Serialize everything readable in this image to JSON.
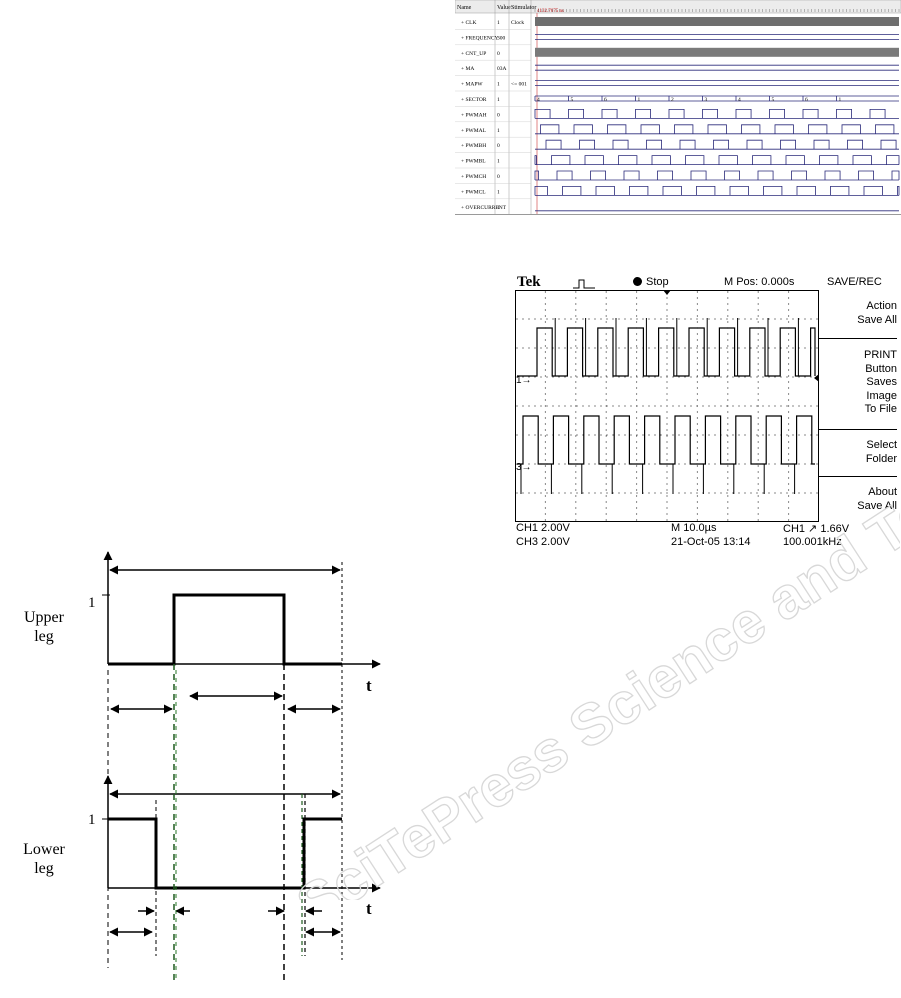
{
  "simulator": {
    "header": {
      "name": "Name",
      "value": "Value",
      "stimulator": "Stimulator",
      "cursor": "4132.7675 ns"
    },
    "signals": [
      {
        "name": "CLK",
        "value": "1",
        "stim": "Clock"
      },
      {
        "name": "FREQUENCY",
        "value": "300",
        "stim": ""
      },
      {
        "name": "CNT_UP",
        "value": "0",
        "stim": ""
      },
      {
        "name": "MA",
        "value": "03A",
        "stim": ""
      },
      {
        "name": "MAPW",
        "value": "1",
        "stim": "<= 001"
      },
      {
        "name": "SECTOR",
        "value": "1",
        "stim": ""
      },
      {
        "name": "PWMAH",
        "value": "0",
        "stim": ""
      },
      {
        "name": "PWMAL",
        "value": "1",
        "stim": ""
      },
      {
        "name": "PWMBH",
        "value": "0",
        "stim": ""
      },
      {
        "name": "PWMBL",
        "value": "1",
        "stim": ""
      },
      {
        "name": "PWMCH",
        "value": "0",
        "stim": ""
      },
      {
        "name": "PWMCL",
        "value": "1",
        "stim": ""
      },
      {
        "name": "OVERCURRENT",
        "value": "1",
        "stim": ""
      }
    ],
    "sector_values": [
      "4",
      "5",
      "6",
      "1",
      "2",
      "3",
      "4",
      "5",
      "6",
      "1"
    ]
  },
  "oscilloscope": {
    "brand": "Tek",
    "status": "Stop",
    "mpos": "M Pos: 0.000s",
    "menu_title": "SAVE/REC",
    "menu": [
      {
        "lines": [
          "Action",
          "Save All"
        ]
      },
      {
        "lines": [
          "PRINT",
          "Button",
          "Saves",
          "Image",
          "To File"
        ]
      },
      {
        "lines": [
          "Select",
          "Folder"
        ]
      },
      {
        "lines": [
          "About",
          "Save All"
        ]
      }
    ],
    "ch1_marker": "1",
    "ch3_marker": "3",
    "footer": {
      "ch1": "CH1  2.00V",
      "ch3": "CH3  2.00V",
      "timebase": "M 10.0µs",
      "date": "21-Oct-05 13:14",
      "trigger": "CH1  ↗ 1.66V",
      "freq": "100.001kHz"
    }
  },
  "timing": {
    "upper_label": [
      "Upper",
      "leg"
    ],
    "lower_label": [
      "Lower",
      "leg"
    ],
    "one": "1",
    "t": "t"
  },
  "watermark_text": "SciTePress Science and Technology Publications"
}
